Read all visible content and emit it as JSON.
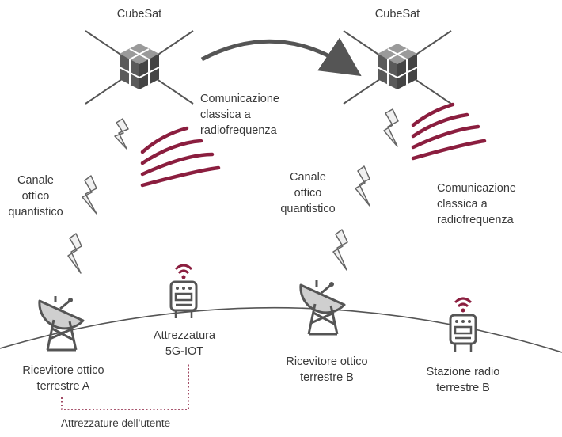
{
  "satellites": {
    "left_label": "CubeSat",
    "right_label": "CubeSat"
  },
  "links": {
    "rf_left": [
      "Comunicazione",
      "classica a",
      "radiofrequenza"
    ],
    "rf_right": [
      "Comunicazione",
      "classica a",
      "radiofrequenza"
    ],
    "optical_left": [
      "Canale",
      "ottico",
      "quantistico"
    ],
    "optical_right": [
      "Canale",
      "ottico",
      "quantistico"
    ]
  },
  "ground": {
    "receiver_a": [
      "Ricevitore ottico",
      "terrestre A"
    ],
    "equipment_5g": [
      "Attrezzatura",
      "5G-IOT"
    ],
    "receiver_b": [
      "Ricevitore ottico",
      "terrestre B"
    ],
    "radio_station_b": [
      "Stazione radio",
      "terrestre B"
    ],
    "user_equipment_label": "Attrezzature dell’utente"
  },
  "colors": {
    "accent": "#8b1e3f",
    "gray_dark": "#555555",
    "gray_mid": "#8a8a8a",
    "gray_light": "#d0d0d0"
  }
}
